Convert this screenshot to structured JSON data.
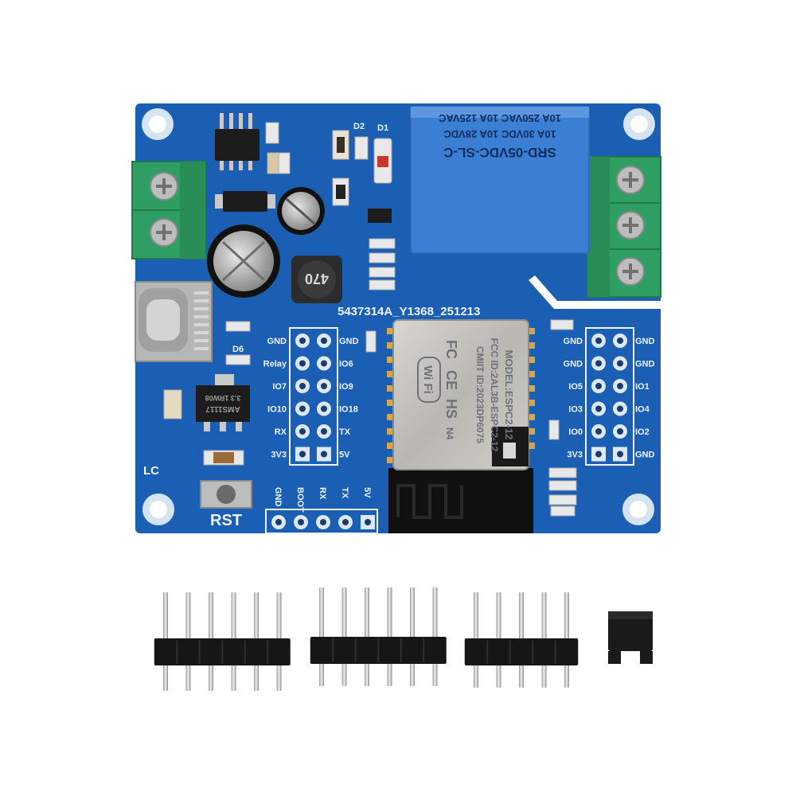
{
  "board": {
    "pcb_color": "#1b5fb4",
    "pcb_code": "5437314A_Y1368_251213",
    "logo": "LC",
    "reset_label": "RST",
    "inductor_marking": "470",
    "regulator_marking": "AMS1117",
    "regulator_code": "3.3 1RW08",
    "designators": {
      "d1": "D1",
      "d2": "D2",
      "d6": "D6"
    }
  },
  "relay": {
    "color": "#3b7fd4",
    "model": "SRD-05VDC-SL-C",
    "rating_1": "10A 250VAC 10A 125VAC",
    "rating_2": "10A 30VDC 10A 28VDC"
  },
  "wifi_module": {
    "model": "MODEL:ESPC2-12",
    "fcc": "FCC ID:2AL3B-ESPC2-12",
    "cmiit": "CMIIT ID:2023DP6075",
    "fc": "FC",
    "ce": "CE",
    "hs": "HS",
    "wifi": "Wi Fi",
    "n4": "N4"
  },
  "header_left": {
    "left_labels": [
      "GND",
      "Relay",
      "IO7",
      "IO10",
      "RX",
      "3V3"
    ],
    "right_labels": [
      "GND",
      "IO6",
      "IO9",
      "IO18",
      "TX",
      "5V"
    ]
  },
  "header_right": {
    "left_labels": [
      "GND",
      "GND",
      "IO5",
      "IO3",
      "IO0",
      "3V3"
    ],
    "right_labels": [
      "GND",
      "GND",
      "IO1",
      "IO4",
      "IO2",
      "GND"
    ]
  },
  "header_bottom": {
    "labels": [
      "GND",
      "BOOT",
      "RX",
      "TX",
      "5V"
    ]
  },
  "loose_parts": {
    "items": [
      "6-pin header",
      "6-pin header",
      "5-pin header",
      "jumper cap"
    ]
  }
}
